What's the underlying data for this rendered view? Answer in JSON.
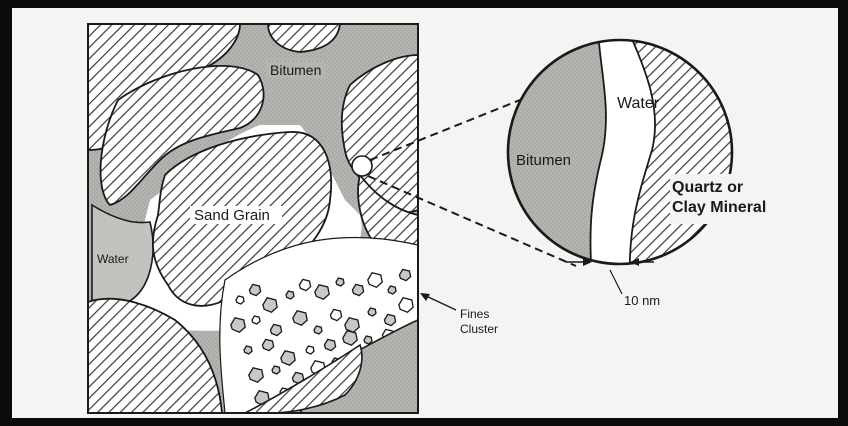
{
  "colors": {
    "frame": "#0b0b0b",
    "paper": "#f4f4f2",
    "bitumen": "#b4b4b1",
    "grain_fill": "#ffffff",
    "hatch": "#3a3a3a",
    "water": "#ffffff",
    "ink": "#1a1a1a"
  },
  "labels": {
    "bitumen_main": "Bitumen",
    "sand_grain": "Sand Grain",
    "water_main": "Water",
    "fines_cluster_line1": "Fines",
    "fines_cluster_line2": "Cluster",
    "bitumen_zoom": "Bitumen",
    "water_zoom": "Water",
    "mineral_line1": "Quartz or",
    "mineral_line2": "Clay Mineral",
    "film_thickness": "10 nm"
  }
}
